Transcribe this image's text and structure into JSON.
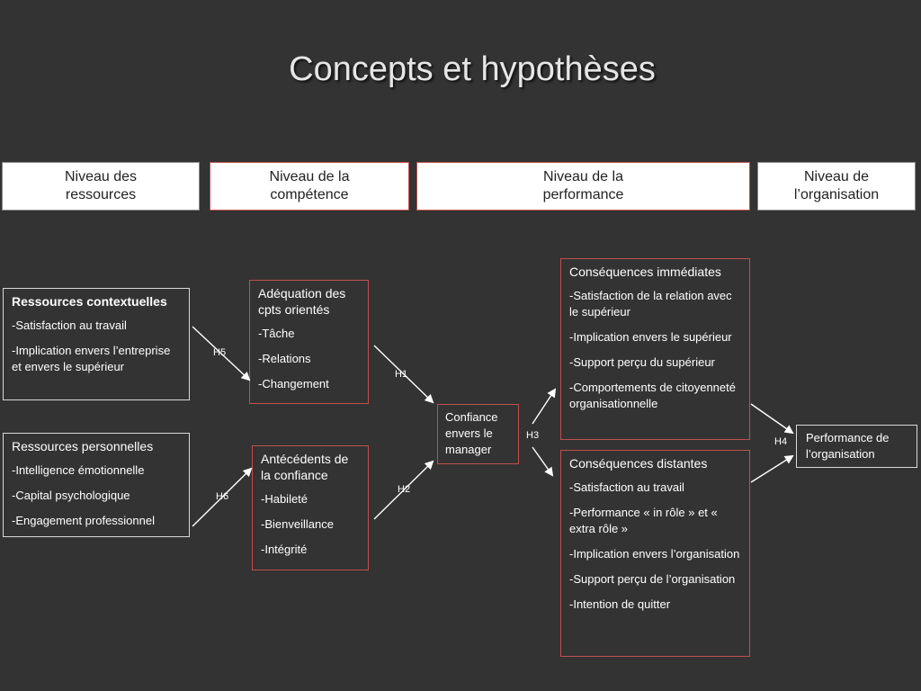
{
  "title": "Concepts et hypothèses",
  "levels": {
    "ressources": [
      "Niveau des",
      "ressources"
    ],
    "competence": [
      "Niveau de la",
      "compétence"
    ],
    "performance": [
      "Niveau de la",
      "performance"
    ],
    "organisation": [
      "Niveau de",
      "l’organisation"
    ]
  },
  "boxes": {
    "ressources_contextuelles": {
      "title": "Ressources contextuelles",
      "items": [
        "-Satisfaction au travail",
        "-Implication envers l’entreprise et envers le supérieur"
      ]
    },
    "ressources_personnelles": {
      "title": "Ressources personnelles",
      "items": [
        "-Intelligence émotionnelle",
        "-Capital psychologique",
        "-Engagement professionnel"
      ]
    },
    "adequation": {
      "title": "Adéquation des cpts orientés",
      "items": [
        "-Tâche",
        "-Relations",
        "-Changement"
      ]
    },
    "antecedents": {
      "title": "Antécédents de la confiance",
      "items": [
        "-Habileté",
        "-Bienveillance",
        "-Intégrité"
      ]
    },
    "confiance": {
      "title": "Confiance envers le manager"
    },
    "consequences_immediates": {
      "title": "Conséquences immédiates",
      "items": [
        "-Satisfaction de la relation avec le supérieur",
        "-Implication envers le supérieur",
        "-Support perçu du supérieur",
        "-Comportements de citoyenneté organisationnelle"
      ]
    },
    "consequences_distantes": {
      "title": "Conséquences distantes",
      "items": [
        "-Satisfaction au travail",
        "-Performance « in rôle » et « extra rôle »",
        "-Implication envers l’organisation",
        "-Support perçu de l’organisation",
        "-Intention de quitter"
      ]
    },
    "performance_org": {
      "title": "Performance de l’organisation"
    }
  },
  "hypotheses": {
    "h1": "H1",
    "h2": "H2",
    "h3": "H3",
    "h4": "H4",
    "h5": "H5",
    "h6": "H6"
  },
  "colors": {
    "background": "#333333",
    "box_border_grey": "#d9d9d9",
    "box_border_red": "#c0504d",
    "arrow": "#ffffff"
  }
}
